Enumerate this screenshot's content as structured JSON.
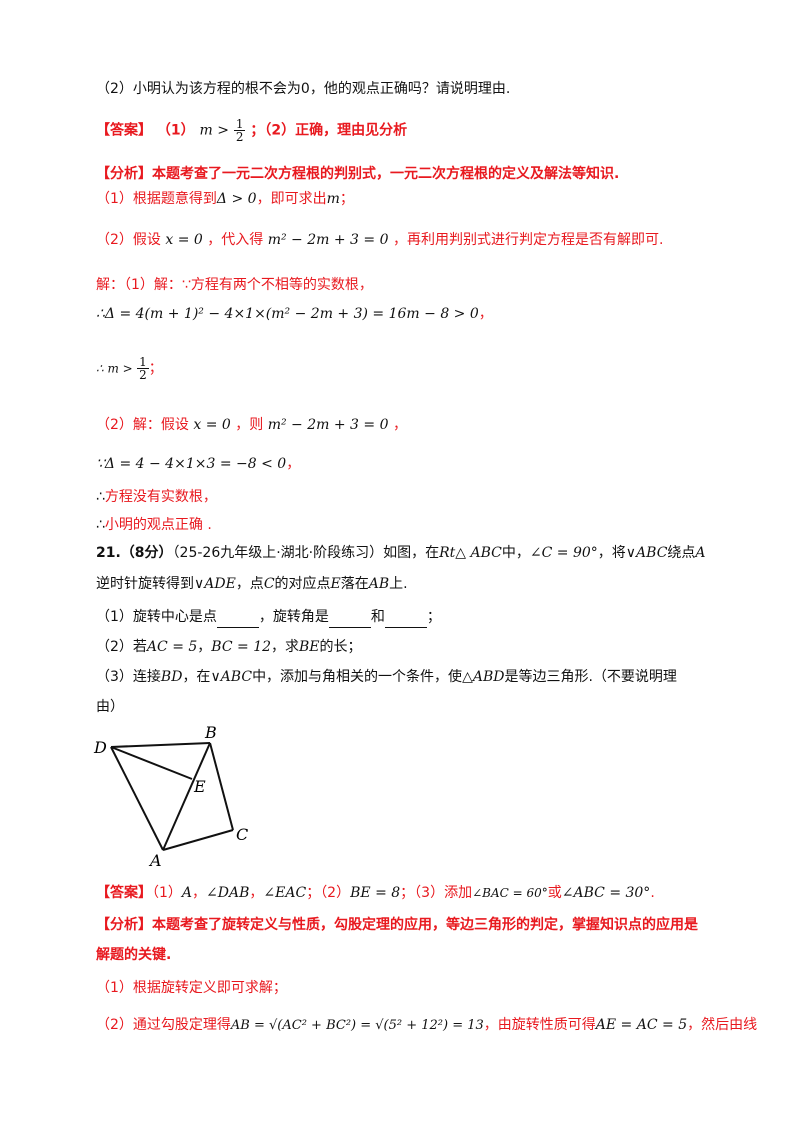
{
  "q20_part2": "（2）小明认为该方程的根不会为0，他的观点正确吗？请说明理由.",
  "q20_answer": {
    "tag": "【答案】",
    "p1": "（1）",
    "m_gt": "m >",
    "half_num": "1",
    "half_den": "2",
    "rest": "；（2）正确，理由见分析"
  },
  "q20_analysis": "【分析】本题考查了一元二次方程根的判别式，一元二次方程根的定义及解法等知识.",
  "q20_step1": {
    "a": "（1）根据题意得到",
    "b": "Δ > 0",
    "c": "，即可求出",
    "d": "m",
    "e": "；"
  },
  "q20_step2": {
    "a": "（2）假设",
    "b": "x = 0",
    "c": "，代入得",
    "d": "m² − 2m + 3 = 0",
    "e": "，再利用判别式进行判定方程是否有解即可."
  },
  "q20_sol1": "解：（1）解：∵方程有两个不相等的实数根，",
  "q20_sol1_eq": "∴Δ = 4(m + 1)² − 4×1×(m² − 2m + 3) = 16m − 8 > 0",
  "q20_sol1_comma": "，",
  "q20_sol1_res": "∴ m >",
  "q20_sol1_semi": "；",
  "q20_sol2": {
    "a": "（2）解：假设",
    "b": "x = 0",
    "c": "，则",
    "d": "m² − 2m + 3 = 0",
    "e": "，"
  },
  "q20_sol2_eq": "∵Δ = 4 − 4×1×3 = −8 < 0",
  "q20_sol2_comma": "，",
  "q20_conc1_sym": "∴",
  "q20_conc1": "方程没有实数根，",
  "q20_conc2_sym": "∴",
  "q20_conc2": "小明的观点正确 .",
  "q21": {
    "num": "21.（8分）",
    "line1_a": "（25-26九年级上·湖北·阶段练习）如图，在",
    "line1_b": "Rt△ ABC",
    "line1_c": "中，",
    "line1_d": "∠C = 90°",
    "line1_e": "，将",
    "line1_f": "∨ABC",
    "line1_g": "绕点",
    "line1_h": "A",
    "line2_a": "逆时针旋转得到",
    "line2_b": "∨ADE",
    "line2_c": "，点",
    "line2_d": "C",
    "line2_e": "的对应点",
    "line2_f": "E",
    "line2_g": "落在",
    "line2_h": "AB",
    "line2_i": "上.",
    "p1_a": "（1）旋转中心是点",
    "p1_b": "，旋转角是",
    "p1_c": "和",
    "p1_d": "；",
    "p2_a": "（2）若",
    "p2_b": "AC = 5",
    "p2_c": "，",
    "p2_d": "BC = 12",
    "p2_e": "，求",
    "p2_f": "BE",
    "p2_g": "的长；",
    "p3_a": "（3）连接",
    "p3_b": "BD",
    "p3_c": "，在",
    "p3_d": "∨ABC",
    "p3_e": "中，添加与角相关的一个条件，使",
    "p3_f": "△ABD",
    "p3_g": "是等边三角形.（不要说明理",
    "p3_h": "由）",
    "labels": {
      "D": "D",
      "B": "B",
      "E": "E",
      "C": "C",
      "A": "A"
    },
    "answer": {
      "tag": "【答案】",
      "a1": "（1）",
      "a1_v": "A",
      "a1_s1": "，",
      "a1_v2": "∠DAB",
      "a1_s2": "，",
      "a1_v3": "∠EAC",
      "a1_s3": "；",
      "a2": "（2）",
      "a2_v": "BE = 8",
      "a2_s": "；",
      "a3": "（3）添加",
      "a3_v": "∠BAC = 60°",
      "a3_or": "或",
      "a3_v2": "∠ABC = 30°",
      "a3_end": "."
    },
    "analysis_l1": "【分析】本题考查了旋转定义与性质，勾股定理的应用，等边三角形的判定，掌握知识点的应用是",
    "analysis_l2": "解题的关键.",
    "step1": "（1）根据旋转定义即可求解；",
    "step2_a": "（2）通过勾股定理得",
    "step2_b": "AB = √(AC² + BC²) = √(5² + 12²) = 13",
    "step2_c": "，由旋转性质可得",
    "step2_d": "AE = AC = 5",
    "step2_e": "，然后由线"
  }
}
